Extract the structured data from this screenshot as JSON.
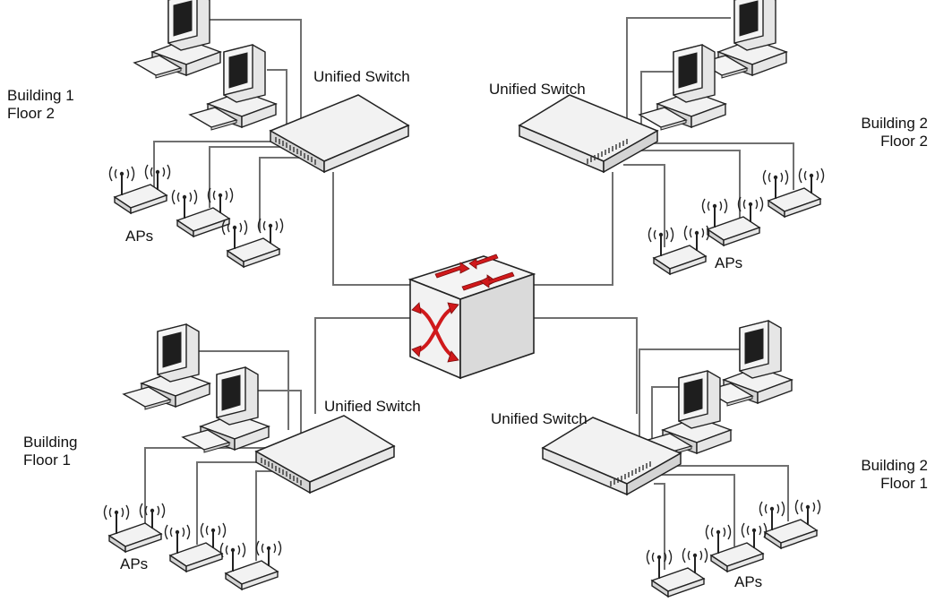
{
  "labels": {
    "b1f2": {
      "line1": "Building 1",
      "line2": "Floor 2"
    },
    "b2f2": {
      "line1": "Building 2",
      "line2": "Floor 2"
    },
    "b1f1": {
      "line1": "Building",
      "line2": "Floor 1"
    },
    "b2f1": {
      "line1": "Building 2",
      "line2": "Floor 1"
    },
    "switch_tl": "Unified Switch",
    "switch_tr": "Unified Switch",
    "switch_bl": "Unified Switch",
    "switch_br": "Unified Switch",
    "aps_tl": "APs",
    "aps_tr": "APs",
    "aps_bl": "APs",
    "aps_br": "APs"
  },
  "colors": {
    "cable": "#707070",
    "device_fill": "#f2f2f2",
    "device_shade": "#d4d4d4",
    "outline": "#222222",
    "core_arrow": "#d0191b"
  },
  "icons": {
    "core": "core-switch-icon",
    "switch": "unified-switch-icon",
    "computer": "desktop-computer-icon",
    "ap": "access-point-icon"
  }
}
